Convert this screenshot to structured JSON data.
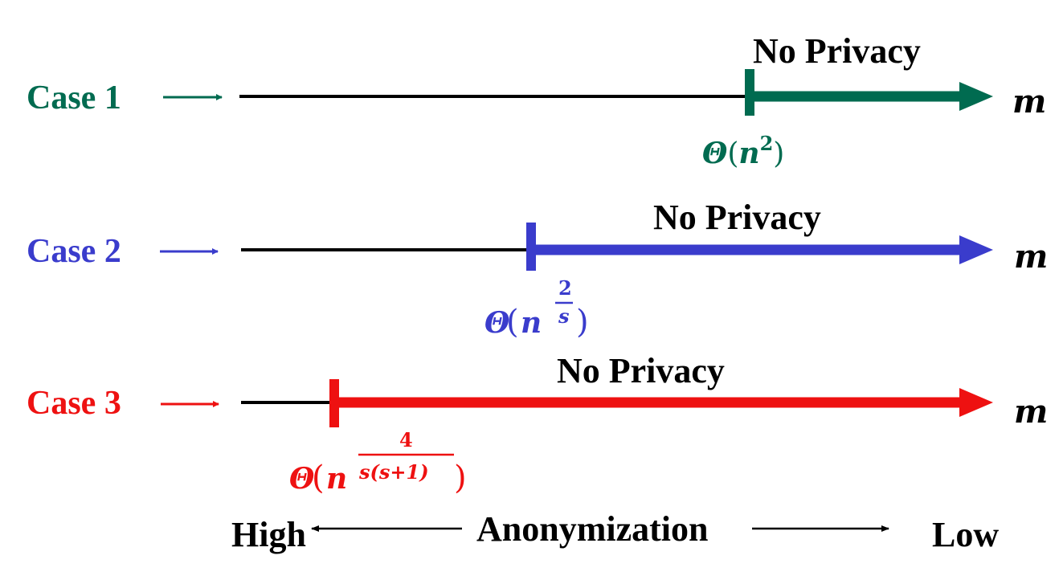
{
  "colors": {
    "case1": "#006b50",
    "case2": "#3a3ccc",
    "case3": "#ee1111",
    "base": "#000000"
  },
  "cases": [
    {
      "label": "Case 1",
      "region_label": "No Privacy",
      "axis_label": "m",
      "threshold": {
        "theta": "Θ",
        "open": "(",
        "base": "n",
        "exponent": "2",
        "close": ")"
      }
    },
    {
      "label": "Case 2",
      "region_label": "No Privacy",
      "axis_label": "m",
      "threshold": {
        "theta": "Θ",
        "open": "(",
        "base": "n",
        "exp_num": "2",
        "exp_den": "s",
        "close": ")"
      }
    },
    {
      "label": "Case 3",
      "region_label": "No Privacy",
      "axis_label": "m",
      "threshold": {
        "theta": "Θ",
        "open": "(",
        "base": "n",
        "exp_num": "4",
        "exp_den": "s(s+1)",
        "close": ")"
      }
    }
  ],
  "scale": {
    "title": "Anonymization",
    "left": "High",
    "right": "Low"
  }
}
